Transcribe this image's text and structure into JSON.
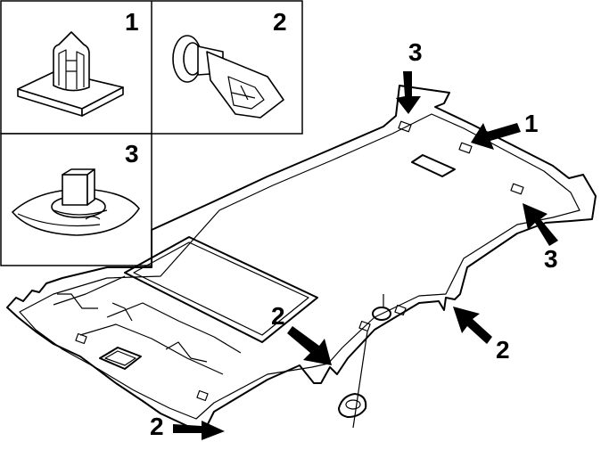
{
  "diagram": {
    "inset_labels": {
      "clip": "1",
      "push_rivet": "2",
      "retainer": "3"
    },
    "callouts": [
      {
        "id": "top-center",
        "label": "3"
      },
      {
        "id": "right-upper",
        "label": "1"
      },
      {
        "id": "right-middle",
        "label": "3"
      },
      {
        "id": "center-lower-left",
        "label": "2"
      },
      {
        "id": "right-lower",
        "label": "2"
      },
      {
        "id": "bottom-left",
        "label": "2"
      }
    ]
  }
}
